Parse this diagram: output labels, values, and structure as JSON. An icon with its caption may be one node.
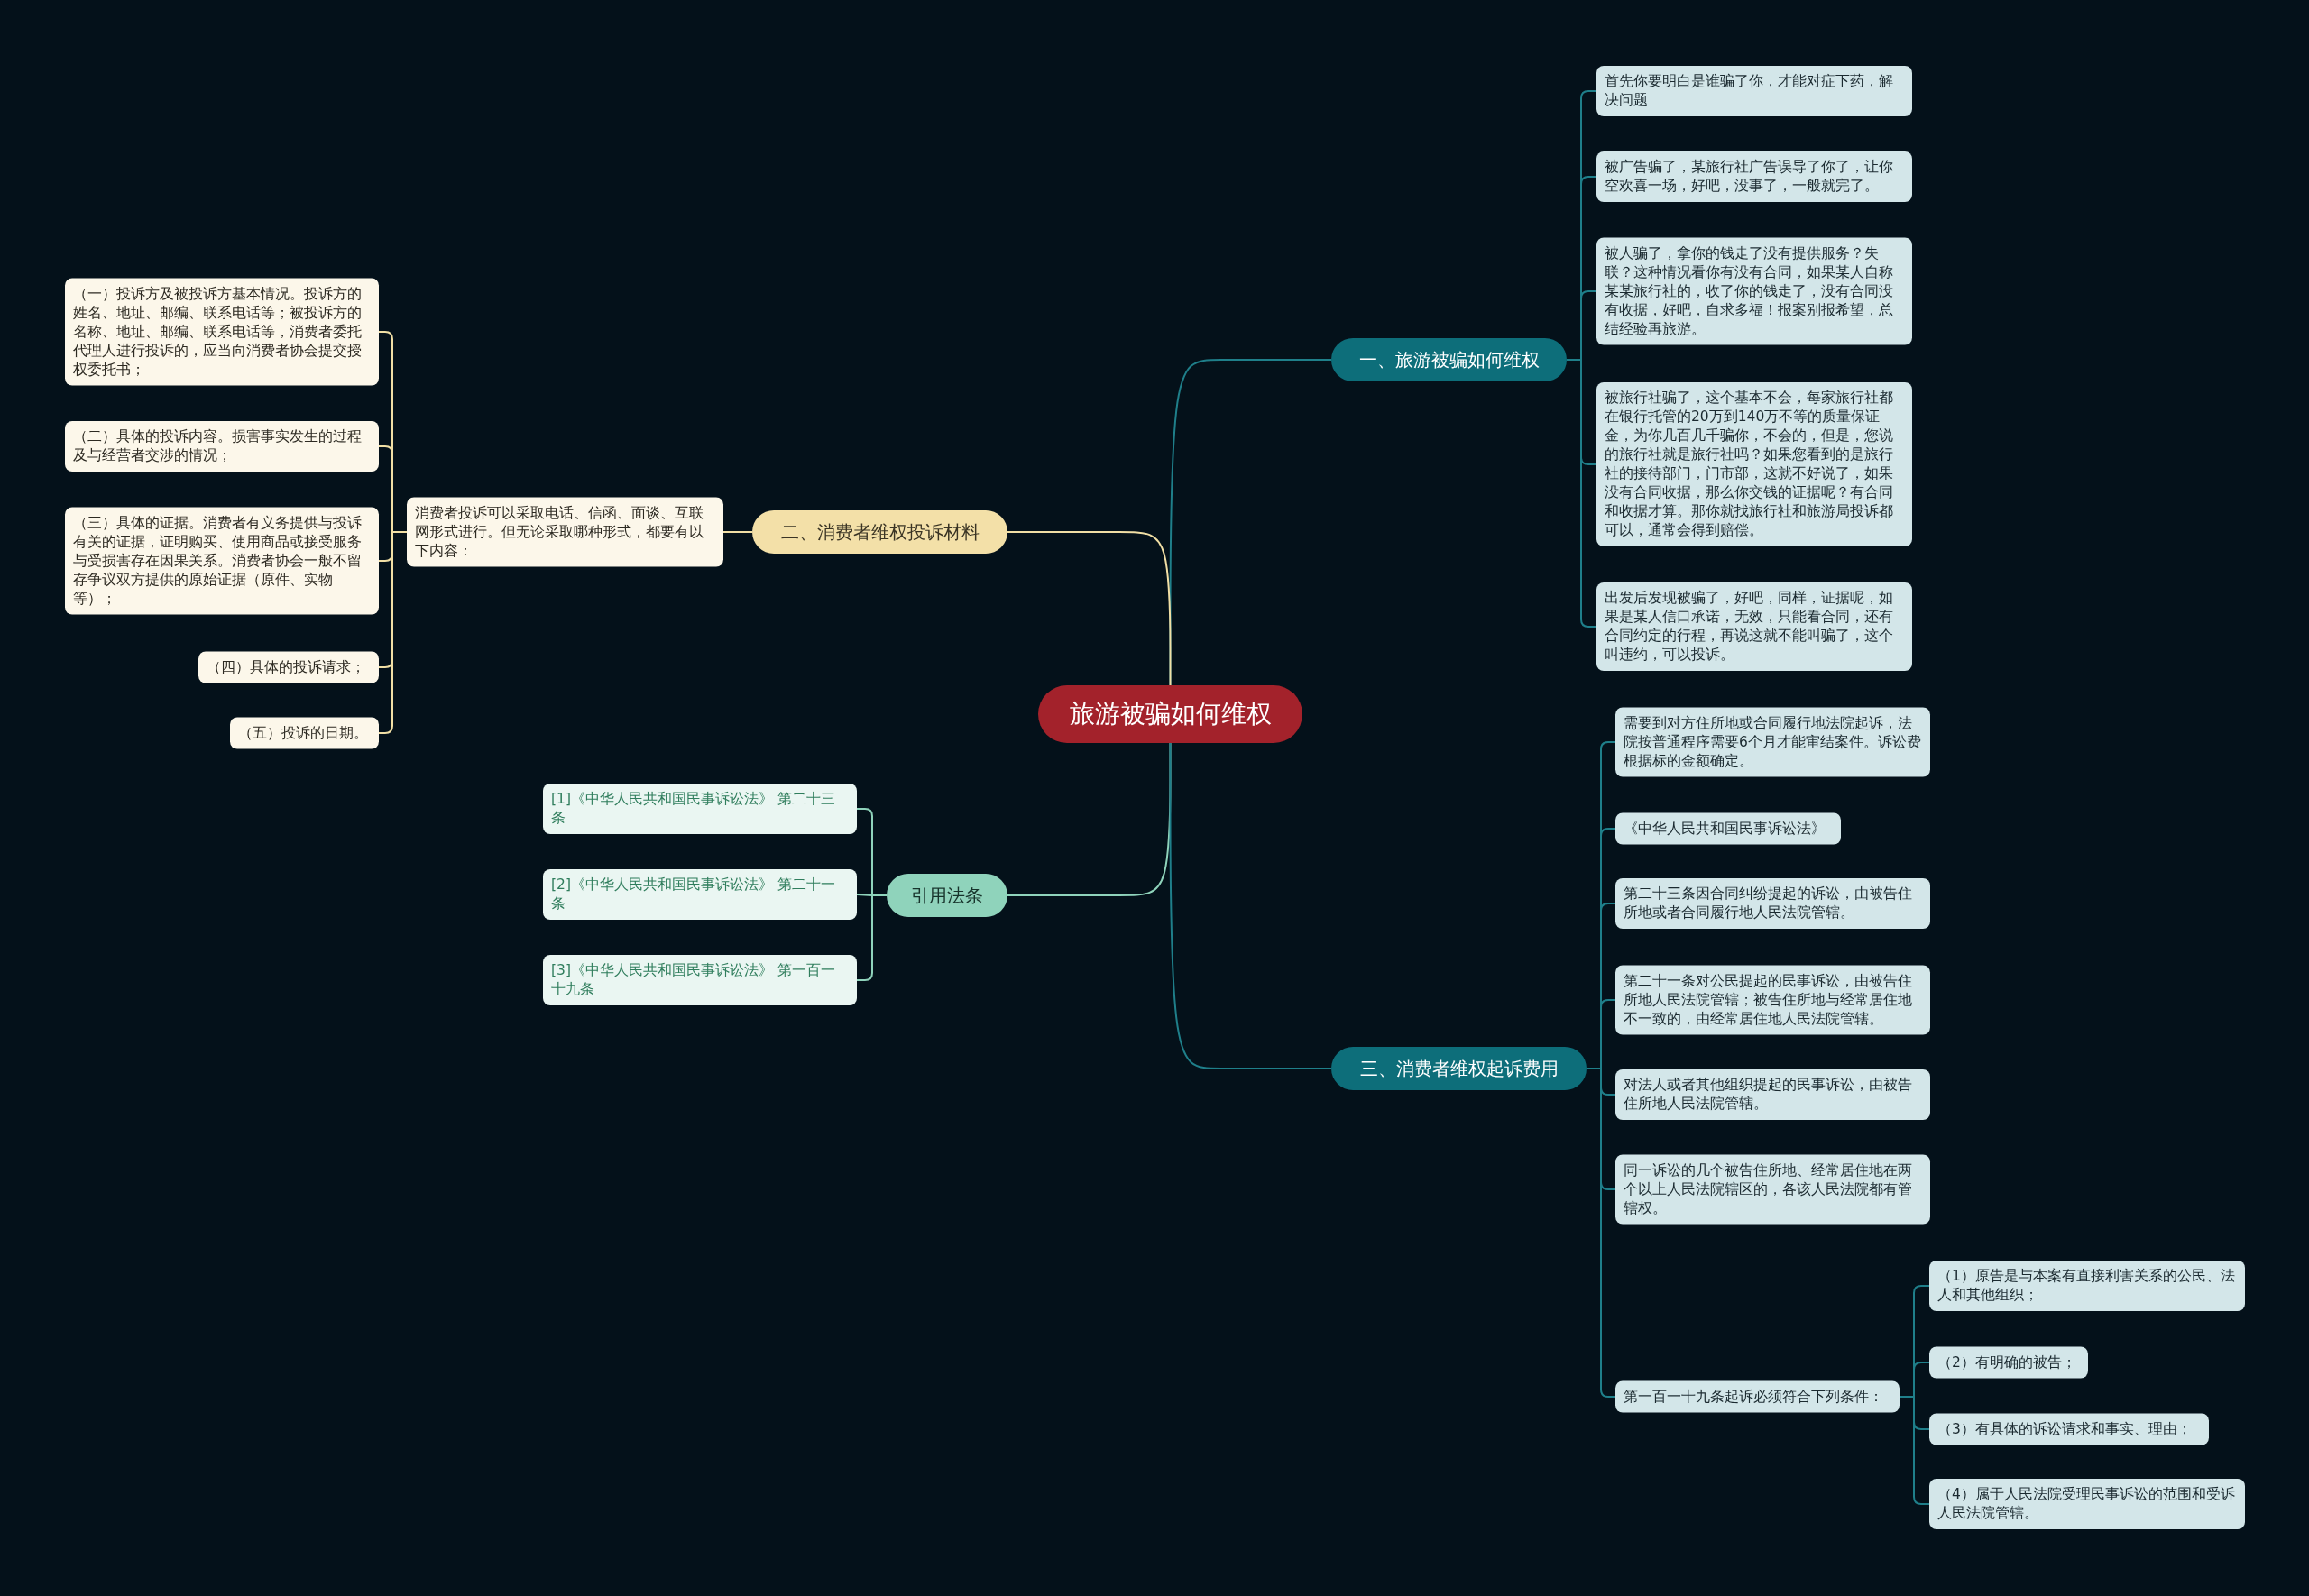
{
  "diagram": {
    "nodes": [
      {
        "text": [
          "旅游被骗如何维权"
        ]
      },
      {
        "text": [
          "一、旅游被骗如何维权"
        ]
      },
      {
        "text": [
          "首先你要明白是谁骗了你，才能对症下药，解决问题"
        ]
      },
      {
        "text": [
          "被广告骗了，某旅行社广告误导了你了，让你空欢喜一场，好吧，没事了，一般就完了。"
        ]
      },
      {
        "text": [
          "被人骗了，拿你的钱走了没有提供服务？失联？这种情况看你有没有合同，如果某人自称某某旅行社的，收了你的钱走了，没有合同没有收据，好吧，自求多福！报案别报希望，总结经验再旅游。"
        ]
      },
      {
        "text": [
          "被旅行社骗了，这个基本不会，每家旅行社都在银行托管的20万到140万不等的质量保证金，为你几百几千骗你，不会的，但是，您说的旅行社就是旅行社吗？如果您看到的是旅行社的接待部门，门市部，这就不好说了，如果没有合同收据，那么你交钱的证据呢？有合同和收据才算。那你就找旅行社和旅游局投诉都可以，通常会得到赔偿。"
        ]
      },
      {
        "text": [
          "出发后发现被骗了，好吧，同样，证据呢，如果是某人信口承诺，无效，只能看合同，还有合同约定的行程，再说这就不能叫骗了，这个叫违约，可以投诉。"
        ]
      },
      {
        "text": [
          "二、消费者维权投诉材料"
        ]
      },
      {
        "text": [
          "消费者投诉可以采取电话、信函、面谈、互联网形式进行。但无论采取哪种形式，都要有以下内容："
        ]
      },
      {
        "text": [
          "（一）投诉方及被投诉方基本情况。投诉方的姓名、地址、邮编、联系电话等；被投诉方的名称、地址、邮编、联系电话等，消费者委托代理人进行投诉的，应当向消费者协会提交授权委托书；"
        ]
      },
      {
        "text": [
          "（二）具体的投诉内容。损害事实发生的过程及与经营者交涉的情况；"
        ]
      },
      {
        "text": [
          "（三）具体的证据。消费者有义务提供与投诉有关的证据，证明购买、使用商品或接受服务与受损害存在因果关系。消费者协会一般不留存争议双方提供的原始证据（原件、实物等）；"
        ]
      },
      {
        "text": [
          "（四）具体的投诉请求；"
        ]
      },
      {
        "text": [
          "（五）投诉的日期。"
        ]
      },
      {
        "text": [
          "引用法条"
        ]
      },
      {
        "text": [
          "[1]《中华人民共和国民事诉讼法》 第二十三条"
        ]
      },
      {
        "text": [
          "[2]《中华人民共和国民事诉讼法》 第二十一条"
        ]
      },
      {
        "text": [
          "[3]《中华人民共和国民事诉讼法》 第一百一十九条"
        ]
      },
      {
        "text": [
          "三、消费者维权起诉费用"
        ]
      },
      {
        "text": [
          "需要到对方住所地或合同履行地法院起诉，法院按普通程序需要6个月才能审结案件。诉讼费根据标的金额确定。"
        ]
      },
      {
        "text": [
          "《中华人民共和国民事诉讼法》"
        ]
      },
      {
        "text": [
          "第二十三条因合同纠纷提起的诉讼，由被告住所地或者合同履行地人民法院管辖。"
        ]
      },
      {
        "text": [
          "第二十一条对公民提起的民事诉讼，由被告住所地人民法院管辖；被告住所地与经常居住地不一致的，由经常居住地人民法院管辖。"
        ]
      },
      {
        "text": [
          "对法人或者其他组织提起的民事诉讼，由被告住所地人民法院管辖。"
        ]
      },
      {
        "text": [
          "同一诉讼的几个被告住所地、经常居住地在两个以上人民法院辖区的，各该人民法院都有管辖权。"
        ]
      },
      {
        "text": [
          "第一百一十九条起诉必须符合下列条件："
        ]
      },
      {
        "text": [
          "（1）原告是与本案有直接利害关系的公民、法人和其他组织；"
        ]
      },
      {
        "text": [
          "（2）有明确的被告；"
        ]
      },
      {
        "text": [
          "（3）有具体的诉讼请求和事实、理由；"
        ]
      },
      {
        "text": [
          "（4）属于人民法院受理民事诉讼的范围和受诉人民法院管辖。"
        ]
      }
    ],
    "edges": [
      {
        "from": 0,
        "to": 1,
        "arrow": "none"
      },
      {
        "from": 1,
        "to": 2,
        "arrow": "none"
      },
      {
        "from": 1,
        "to": 3,
        "arrow": "none"
      },
      {
        "from": 1,
        "to": 4,
        "arrow": "none"
      },
      {
        "from": 1,
        "to": 5,
        "arrow": "none"
      },
      {
        "from": 1,
        "to": 6,
        "arrow": "none"
      },
      {
        "from": 0,
        "to": 7,
        "arrow": "none",
        "color": "#f1dfa5"
      },
      {
        "from": 7,
        "to": 8,
        "arrow": "none",
        "color": "#f1dfa5"
      },
      {
        "from": 8,
        "to": 9,
        "arrow": "none",
        "color": "#f1dfa5"
      },
      {
        "from": 8,
        "to": 10,
        "arrow": "none",
        "color": "#f1dfa5"
      },
      {
        "from": 8,
        "to": 11,
        "arrow": "none",
        "color": "#f1dfa5"
      },
      {
        "from": 8,
        "to": 12,
        "arrow": "none",
        "color": "#f1dfa5"
      },
      {
        "from": 8,
        "to": 13,
        "arrow": "none",
        "color": "#f1dfa5"
      },
      {
        "from": 0,
        "to": 14,
        "arrow": "none",
        "color": "#8fd3bb"
      },
      {
        "from": 14,
        "to": 15,
        "arrow": "none",
        "color": "#8fd3bb"
      },
      {
        "from": 14,
        "to": 16,
        "arrow": "none",
        "color": "#8fd3bb"
      },
      {
        "from": 14,
        "to": 17,
        "arrow": "none",
        "color": "#8fd3bb"
      },
      {
        "from": 0,
        "to": 18,
        "arrow": "none"
      },
      {
        "from": 18,
        "to": 19,
        "arrow": "none"
      },
      {
        "from": 18,
        "to": 20,
        "arrow": "none"
      },
      {
        "from": 18,
        "to": 21,
        "arrow": "none"
      },
      {
        "from": 18,
        "to": 22,
        "arrow": "none"
      },
      {
        "from": 18,
        "to": 23,
        "arrow": "none"
      },
      {
        "from": 18,
        "to": 24,
        "arrow": "none"
      },
      {
        "from": 18,
        "to": 25,
        "arrow": "none"
      },
      {
        "from": 25,
        "to": 26,
        "arrow": "none"
      },
      {
        "from": 25,
        "to": 27,
        "arrow": "none"
      },
      {
        "from": 25,
        "to": 28,
        "arrow": "none"
      },
      {
        "from": 25,
        "to": 29,
        "arrow": "none"
      }
    ]
  }
}
